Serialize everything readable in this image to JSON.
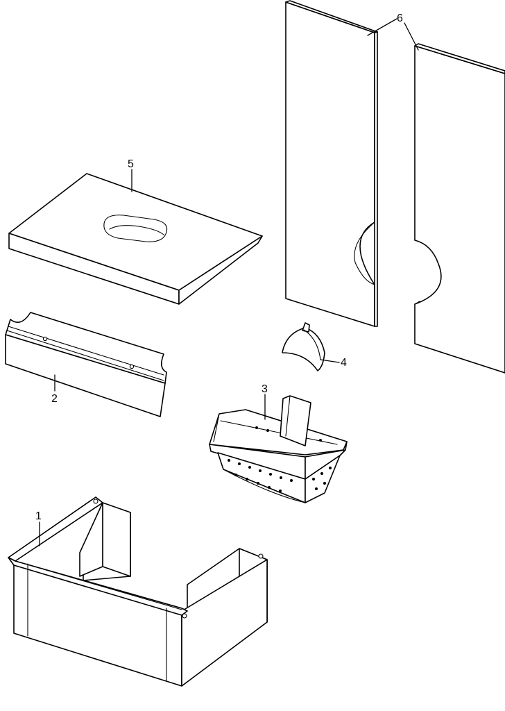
{
  "callouts": {
    "part_1": "1",
    "part_2": "2",
    "part_3": "3",
    "part_4": "4",
    "part_5": "5",
    "part_6": "6"
  },
  "colors": {
    "line": "#000000",
    "fill": "#ffffff",
    "background": "#ffffff"
  }
}
